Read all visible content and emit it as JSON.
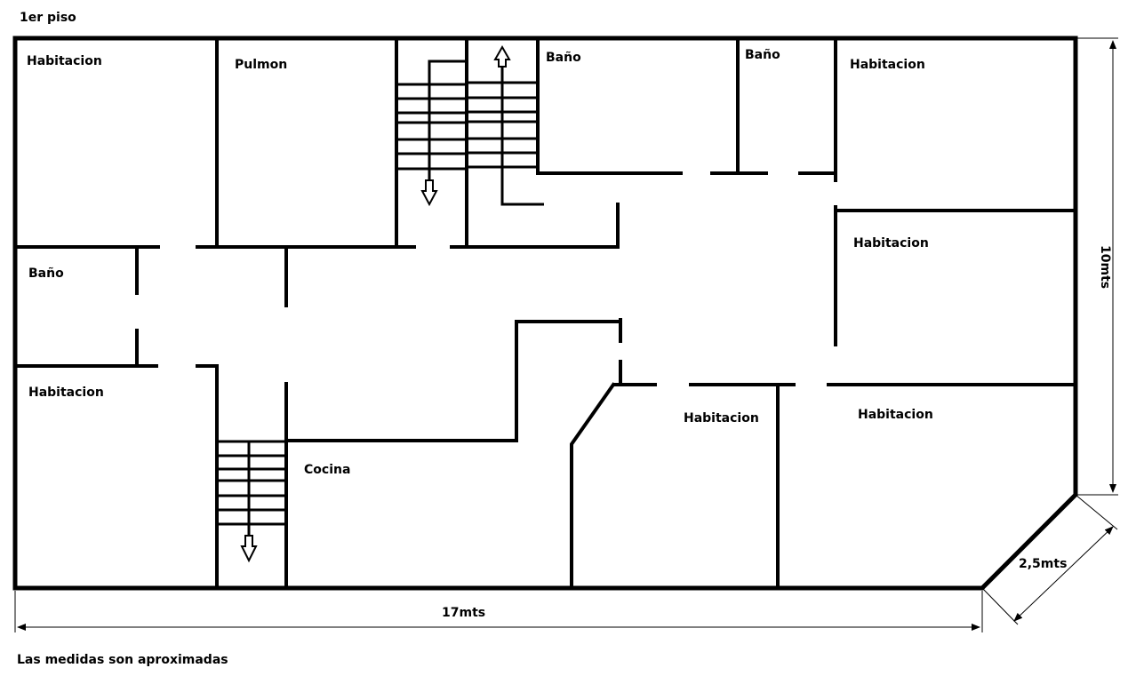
{
  "title": "1er piso",
  "note": "Las medidas son aproximadas",
  "rooms": {
    "habitacion_top_left": "Habitacion",
    "pulmon": "Pulmon",
    "bano_top_1": "Baño",
    "bano_top_2": "Baño",
    "habitacion_top_right": "Habitacion",
    "bano_left": "Baño",
    "habitacion_mid_right": "Habitacion",
    "habitacion_bottom_left": "Habitacion",
    "cocina": "Cocina",
    "habitacion_bottom_mid": "Habitacion",
    "habitacion_bottom_right": "Habitacion"
  },
  "dimensions": {
    "width": "17mts",
    "height": "10mts",
    "diagonal": "2,5mts"
  }
}
